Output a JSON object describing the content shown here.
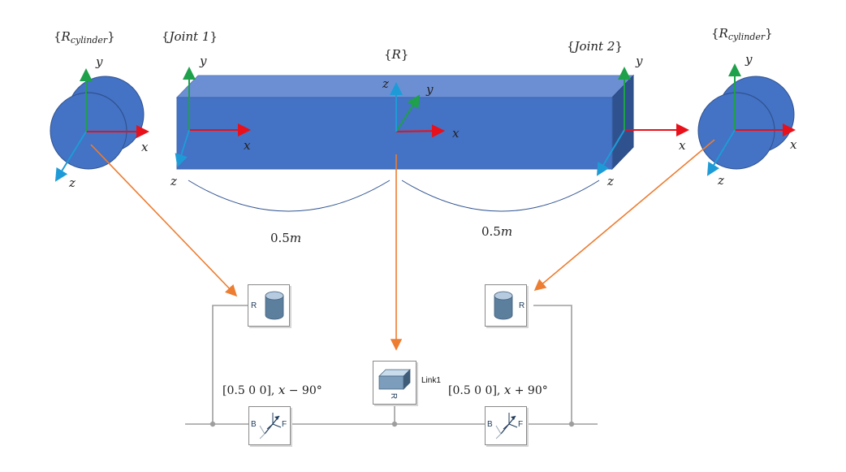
{
  "frames": {
    "cyl_left": "R",
    "cyl_left_sub": "cylinder",
    "joint1": "Joint 1",
    "r": "R",
    "joint2": "Joint 2",
    "cyl_right": "R",
    "cyl_right_sub": "cylinder"
  },
  "axes": {
    "x": "x",
    "y": "y",
    "z": "z"
  },
  "dimensions": {
    "left": "0.5m",
    "left_num": "0.5",
    "left_unit": "m",
    "right_num": "0.5",
    "right_unit": "m"
  },
  "blocks": {
    "port_r": "R",
    "port_b": "B",
    "port_f": "F",
    "link_name": "Link1"
  },
  "transforms": {
    "left": "[0.5 0 0], x − 90°",
    "left_vec": "[0.5 0 0],",
    "left_axis": "x",
    "left_angle": "− 90°",
    "right_vec": "[0.5 0 0],",
    "right_axis": "x",
    "right_angle": "+ 90°"
  },
  "colors": {
    "bar_front": "#4472C4",
    "bar_top": "#6C8FD4",
    "bar_side": "#2F528F",
    "axis_x": "#E8101A",
    "axis_y": "#1FA04A",
    "axis_z": "#1E9BD7",
    "connector": "#ED7D31",
    "line": "#9E9E9E"
  }
}
